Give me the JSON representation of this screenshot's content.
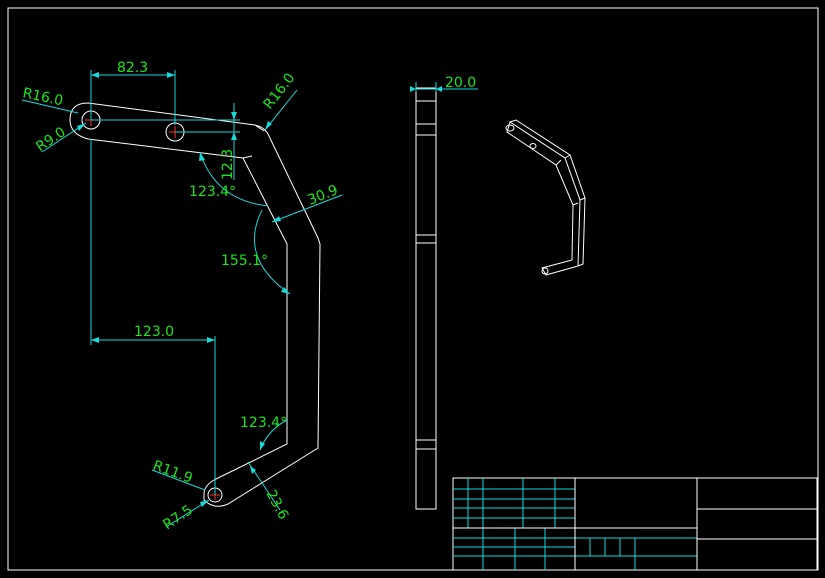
{
  "drawing": {
    "dimensions": {
      "top_spacing": "82.3",
      "outer_radius_left": "R16.0",
      "hole_radius_left": "R9.0",
      "corner_radius_top": "R16.0",
      "vertical_offset": "12.3",
      "angle_upper": "123.4°",
      "arm_width": "30.9",
      "angle_middle": "155.1°",
      "horizontal_span": "123.0",
      "angle_lower": "123.4°",
      "outer_radius_bottom": "R11.9",
      "hole_radius_bottom": "R7.5",
      "bottom_width": "23.6",
      "thickness": "20.0"
    },
    "colors": {
      "background": "#000000",
      "geometry": "#ffffff",
      "dimension_lines": "#19d9d9",
      "dimension_text": "#19e619",
      "center_marks": "#ff3030"
    }
  }
}
